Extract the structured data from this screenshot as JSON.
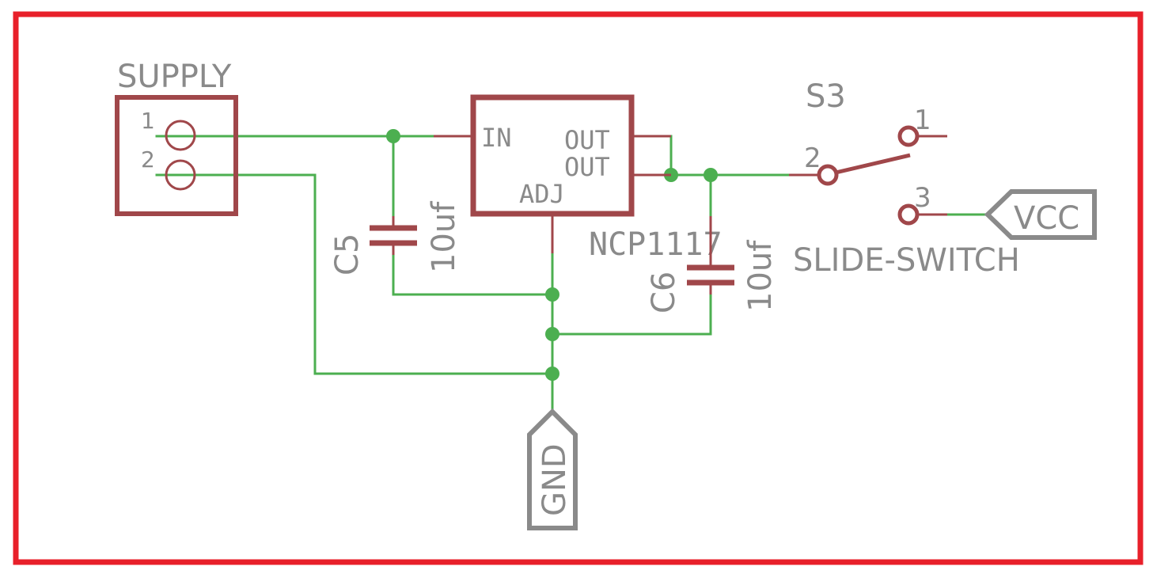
{
  "colors": {
    "frame": "#e8202a",
    "wire": "#4caf50",
    "part": "#a0474a",
    "label": "#8a8a8a"
  },
  "supply": {
    "name": "SUPPLY",
    "pin1": "1",
    "pin2": "2"
  },
  "regulator": {
    "name": "NCP1117",
    "pin_in": "IN",
    "pin_out1": "OUT",
    "pin_out2": "OUT",
    "pin_adj": "ADJ"
  },
  "c5": {
    "name": "C5",
    "value": "10uf"
  },
  "c6": {
    "name": "C6",
    "value": "10uf"
  },
  "switch": {
    "name": "S3",
    "type": "SLIDE-SWITCH",
    "pin1": "1",
    "pin2": "2",
    "pin3": "3"
  },
  "vcc": {
    "label": "VCC"
  },
  "gnd": {
    "label": "GND"
  }
}
